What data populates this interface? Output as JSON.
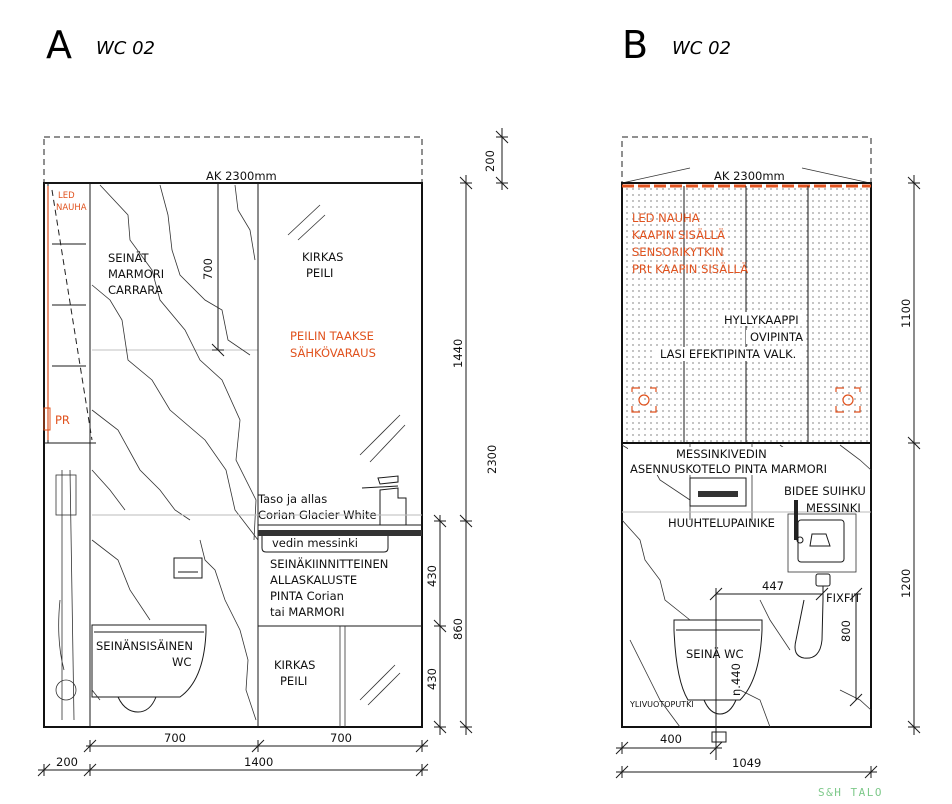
{
  "view_a": {
    "letter": "A",
    "room": "WC 02",
    "ceiling": "AK 2300mm",
    "led": [
      "LED",
      "NAUHA"
    ],
    "pr": "PR",
    "walls": [
      "SEINÄT",
      "MARMORI",
      "CARRARA"
    ],
    "mirror": [
      "KIRKAS",
      "PEILI"
    ],
    "mirror_power": [
      "PEILIN TAAKSE",
      "SÄHKÖVARAUS"
    ],
    "counter": [
      "Taso ja allas",
      "Corian Glacier White"
    ],
    "faucet": "vedin messinki",
    "cabinet": [
      "SEINÄKIINNITTEINEN",
      "ALLASKALUSTE",
      "PINTA Corian",
      "tai MARMORI"
    ],
    "toilet": [
      "SEINÄNSISÄINEN",
      "WC"
    ],
    "mirror_low": [
      "KIRKAS",
      "PEILI"
    ],
    "dims": {
      "top": "200",
      "total": "2300",
      "upper": "1440",
      "cabinet": "860",
      "c1": "430",
      "c2": "430",
      "mirror_drop": "700",
      "w1": "700",
      "w2": "700",
      "left": "200",
      "width": "1400"
    }
  },
  "view_b": {
    "letter": "B",
    "room": "WC 02",
    "ceiling": "AK 2300mm",
    "led": [
      "LED NAUHA",
      "KAAPIN SISÄLLÄ",
      "SENSORIKYTKIN",
      "PRt KAAPIN SISÄLLÄ"
    ],
    "shelf": [
      "HYLLYKAAPPI",
      "OVIPINTA",
      "LASI EFEKTIPINTA VALK."
    ],
    "frame": [
      "MESSINKIVEDIN",
      "ASENNUSKOTELO PINTA MARMORI"
    ],
    "bidet": [
      "BIDEE SUIHKU",
      "MESSINKI"
    ],
    "flush": "HUUHTELUPAINIKE",
    "fixfit": "FIXFIT",
    "overflow": "YLIVUOTOPUTKI",
    "toilet": [
      "SEINÄ WC"
    ],
    "toilet_h": "n.440",
    "dims": {
      "upper": "1100",
      "lower": "1200",
      "d447": "447",
      "d800": "800",
      "left": "400",
      "width": "1049"
    }
  },
  "brand": "S&H TALO"
}
